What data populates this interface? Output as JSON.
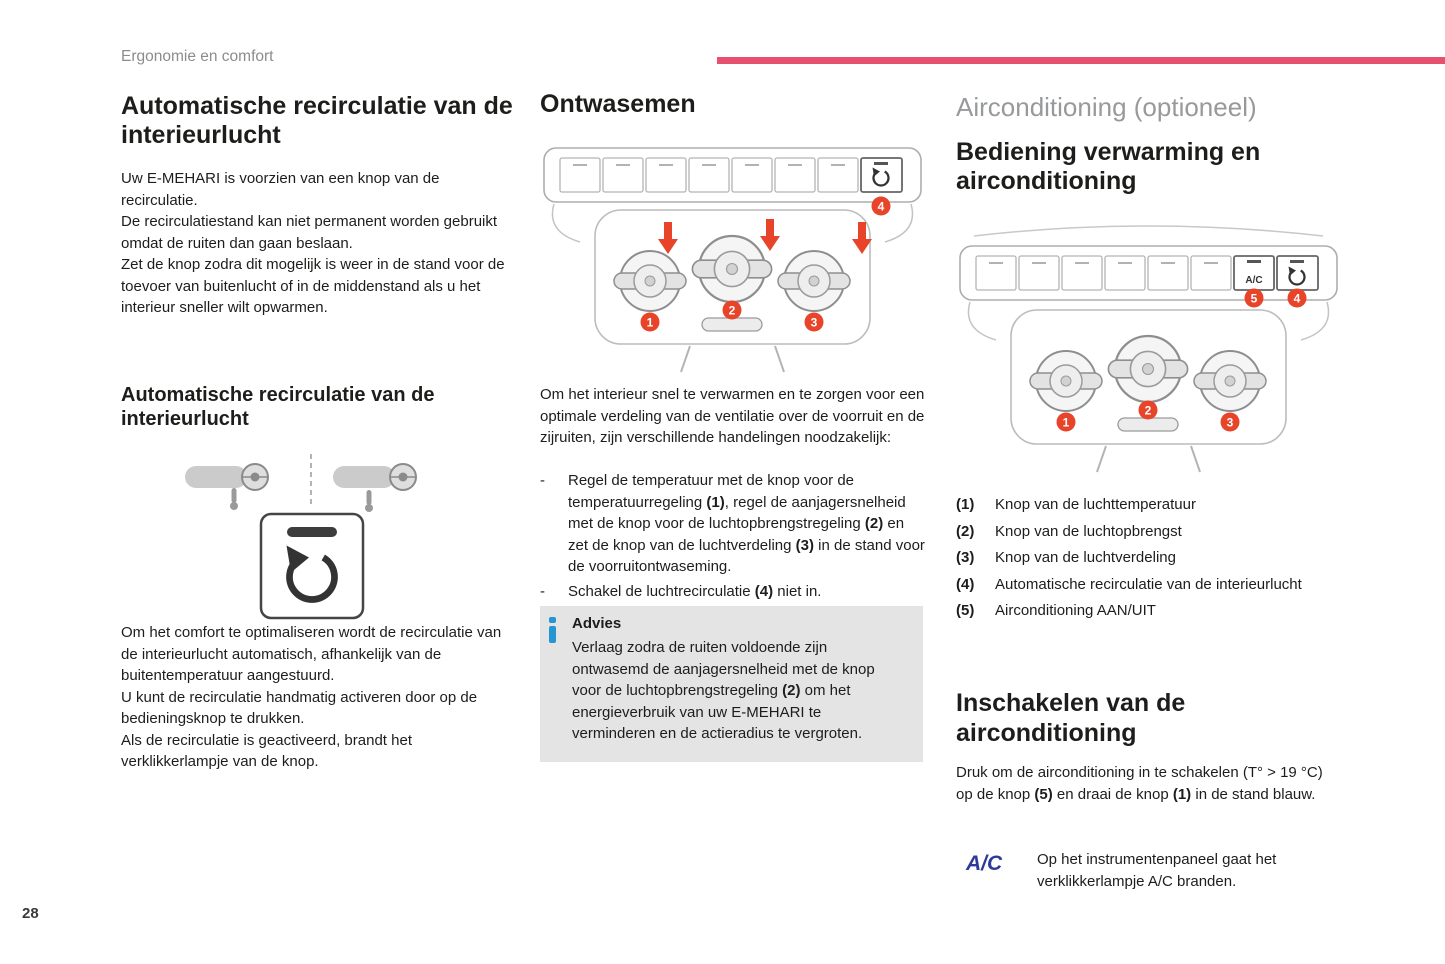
{
  "colors": {
    "accent_bar": "#e5516f",
    "callout_badge": "#e8442a",
    "info_icon": "#2496d2",
    "ac_label_blue": "#2e3a97",
    "advies_background": "#e4e4e4"
  },
  "page": {
    "header": "Ergonomie en comfort",
    "page_number": "28"
  },
  "col1": {
    "title": "Automatische recirculatie van de interieurlucht",
    "para1": "Uw E-MEHARI is voorzien van een knop van de recirculatie.\nDe recirculatiestand kan niet permanent worden gebruikt omdat de ruiten dan gaan beslaan.\nZet de knop zodra dit mogelijk is weer in de stand voor de toevoer van buitenlucht of in de middenstand als u het interieur sneller wilt opwarmen.",
    "subtitle": "Automatische recirculatie van de interieurlucht",
    "para2": "Om het comfort te optimaliseren wordt de recirculatie van de interieurlucht automatisch, afhankelijk van de buitentemperatuur aangestuurd.\nU kunt de recirculatie handmatig activeren door op de bedieningsknop te drukken.\nAls de recirculatie is geactiveerd, brandt het verklikkerlampje van de knop."
  },
  "col2": {
    "title": "Ontwasemen",
    "figure": {
      "callouts": [
        "1",
        "2",
        "3",
        "4"
      ]
    },
    "intro": "Om het interieur snel te verwarmen en te zorgen voor een optimale verdeling van de ventilatie over de voorruit en de zijruiten, zijn verschillende handelingen noodzakelijk:",
    "list": [
      {
        "marker": "-",
        "segments": [
          {
            "t": "Regel de temperatuur met de knop voor de temperatuurregeling "
          },
          {
            "t": "(1)",
            "b": true
          },
          {
            "t": ", regel de aanjagersnelheid met de knop voor de luchtopbrengstregeling "
          },
          {
            "t": "(2)",
            "b": true
          },
          {
            "t": " en zet de knop van de luchtverdeling "
          },
          {
            "t": "(3)",
            "b": true
          },
          {
            "t": " in de stand voor de voorruitontwaseming."
          }
        ]
      },
      {
        "marker": "-",
        "segments": [
          {
            "t": "Schakel de luchtrecirculatie "
          },
          {
            "t": "(4)",
            "b": true
          },
          {
            "t": " niet in."
          }
        ]
      }
    ],
    "advies": {
      "title": "Advies",
      "segments": [
        {
          "t": "Verlaag zodra de ruiten voldoende zijn ontwasemd de aanjagersnelheid met de knop voor de luchtopbrengstregeling "
        },
        {
          "t": "(2)",
          "b": true
        },
        {
          "t": " om het energieverbruik van uw E-MEHARI te verminderen en de actieradius te vergroten."
        }
      ]
    }
  },
  "col3": {
    "title": "Airconditioning (optioneel)",
    "subtitle": "Bediening verwarming en airconditioning",
    "figure": {
      "callouts": [
        "1",
        "2",
        "3",
        "4",
        "5"
      ],
      "ac_button_label": "A/C"
    },
    "legend": [
      {
        "num": "(1)",
        "text": "Knop van de luchttemperatuur"
      },
      {
        "num": "(2)",
        "text": "Knop van de luchtopbrengst"
      },
      {
        "num": "(3)",
        "text": "Knop van de luchtverdeling"
      },
      {
        "num": "(4)",
        "text": "Automatische recirculatie van de interieurlucht"
      },
      {
        "num": "(5)",
        "text": "Airconditioning AAN/UIT"
      }
    ],
    "section2_title": "Inschakelen van de airconditioning",
    "section2_segments": [
      {
        "t": "Druk om de airconditioning in te schakelen (T° > 19 °C) op de knop "
      },
      {
        "t": "(5)",
        "b": true
      },
      {
        "t": " en draai de knop "
      },
      {
        "t": "(1)",
        "b": true
      },
      {
        "t": " in de stand blauw."
      }
    ],
    "ac_label": "A/C",
    "ac_text": "Op het instrumentenpaneel gaat het verklikkerlampje A/C branden."
  }
}
